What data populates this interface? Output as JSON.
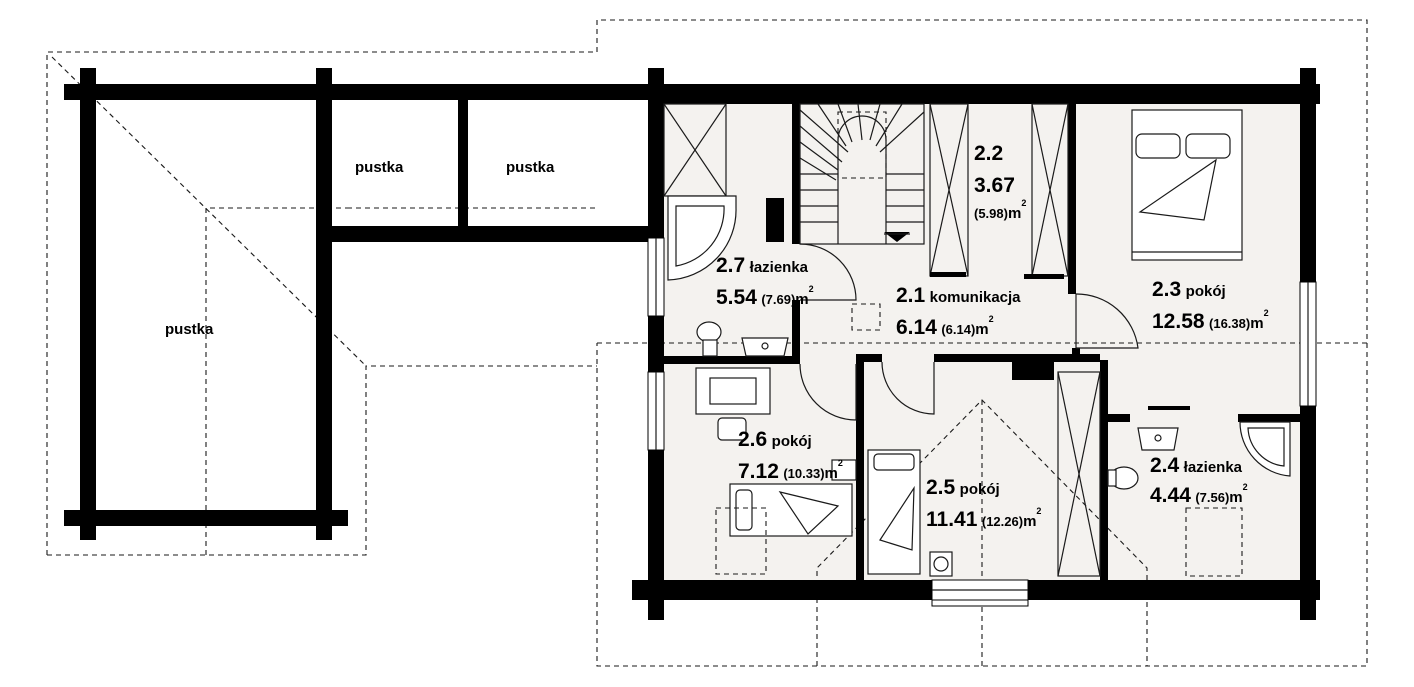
{
  "rooms": {
    "r27": {
      "num": "2.7",
      "name": "łazienka",
      "area": "5.54",
      "area_total": "(7.69)",
      "unit": "m",
      "exp": "2"
    },
    "r21": {
      "num": "2.1",
      "name": "komunikacja",
      "area": "6.14",
      "area_total": "(6.14)",
      "unit": "m",
      "exp": "2"
    },
    "r22": {
      "num": "2.2",
      "area": "3.67",
      "area_total": "(5.98)",
      "unit": "m",
      "exp": "2"
    },
    "r23": {
      "num": "2.3",
      "name": "pokój",
      "area": "12.58",
      "area_total": "(16.38)",
      "unit": "m",
      "exp": "2"
    },
    "r26": {
      "num": "2.6",
      "name": "pokój",
      "area": "7.12",
      "area_total": "(10.33)",
      "unit": "m",
      "exp": "2"
    },
    "r25": {
      "num": "2.5",
      "name": "pokój",
      "area": "11.41",
      "area_total": "(12.26)",
      "unit": "m",
      "exp": "2"
    },
    "r24": {
      "num": "2.4",
      "name": "łazienka",
      "area": "4.44",
      "area_total": "(7.56)",
      "unit": "m",
      "exp": "2"
    }
  },
  "voids": {
    "left": "pustka",
    "top_1": "pustka",
    "top_2": "pustka"
  }
}
